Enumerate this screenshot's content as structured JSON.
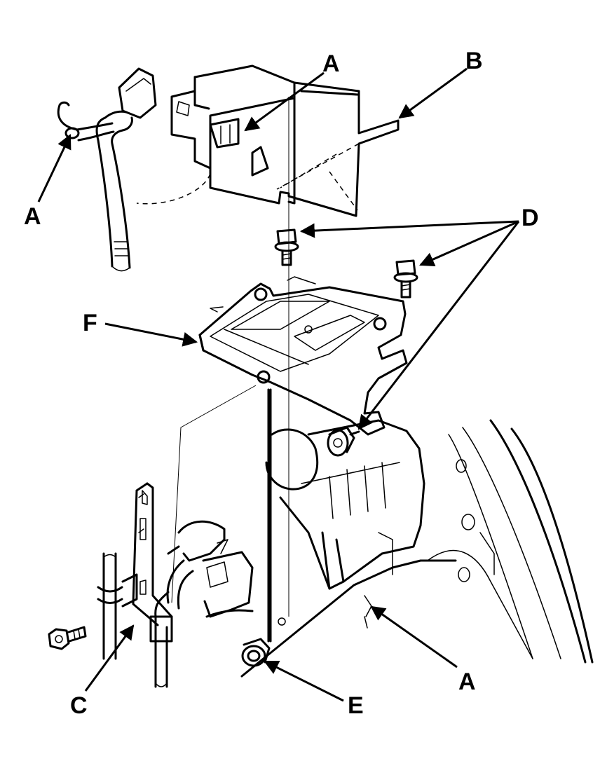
{
  "labels": {
    "a_top": "A",
    "a_left": "A",
    "a_bottom": "A",
    "b": "B",
    "c": "C",
    "d": "D",
    "e": "E",
    "f": "F"
  },
  "colors": {
    "ink": "#000000",
    "paper": "#ffffff"
  }
}
